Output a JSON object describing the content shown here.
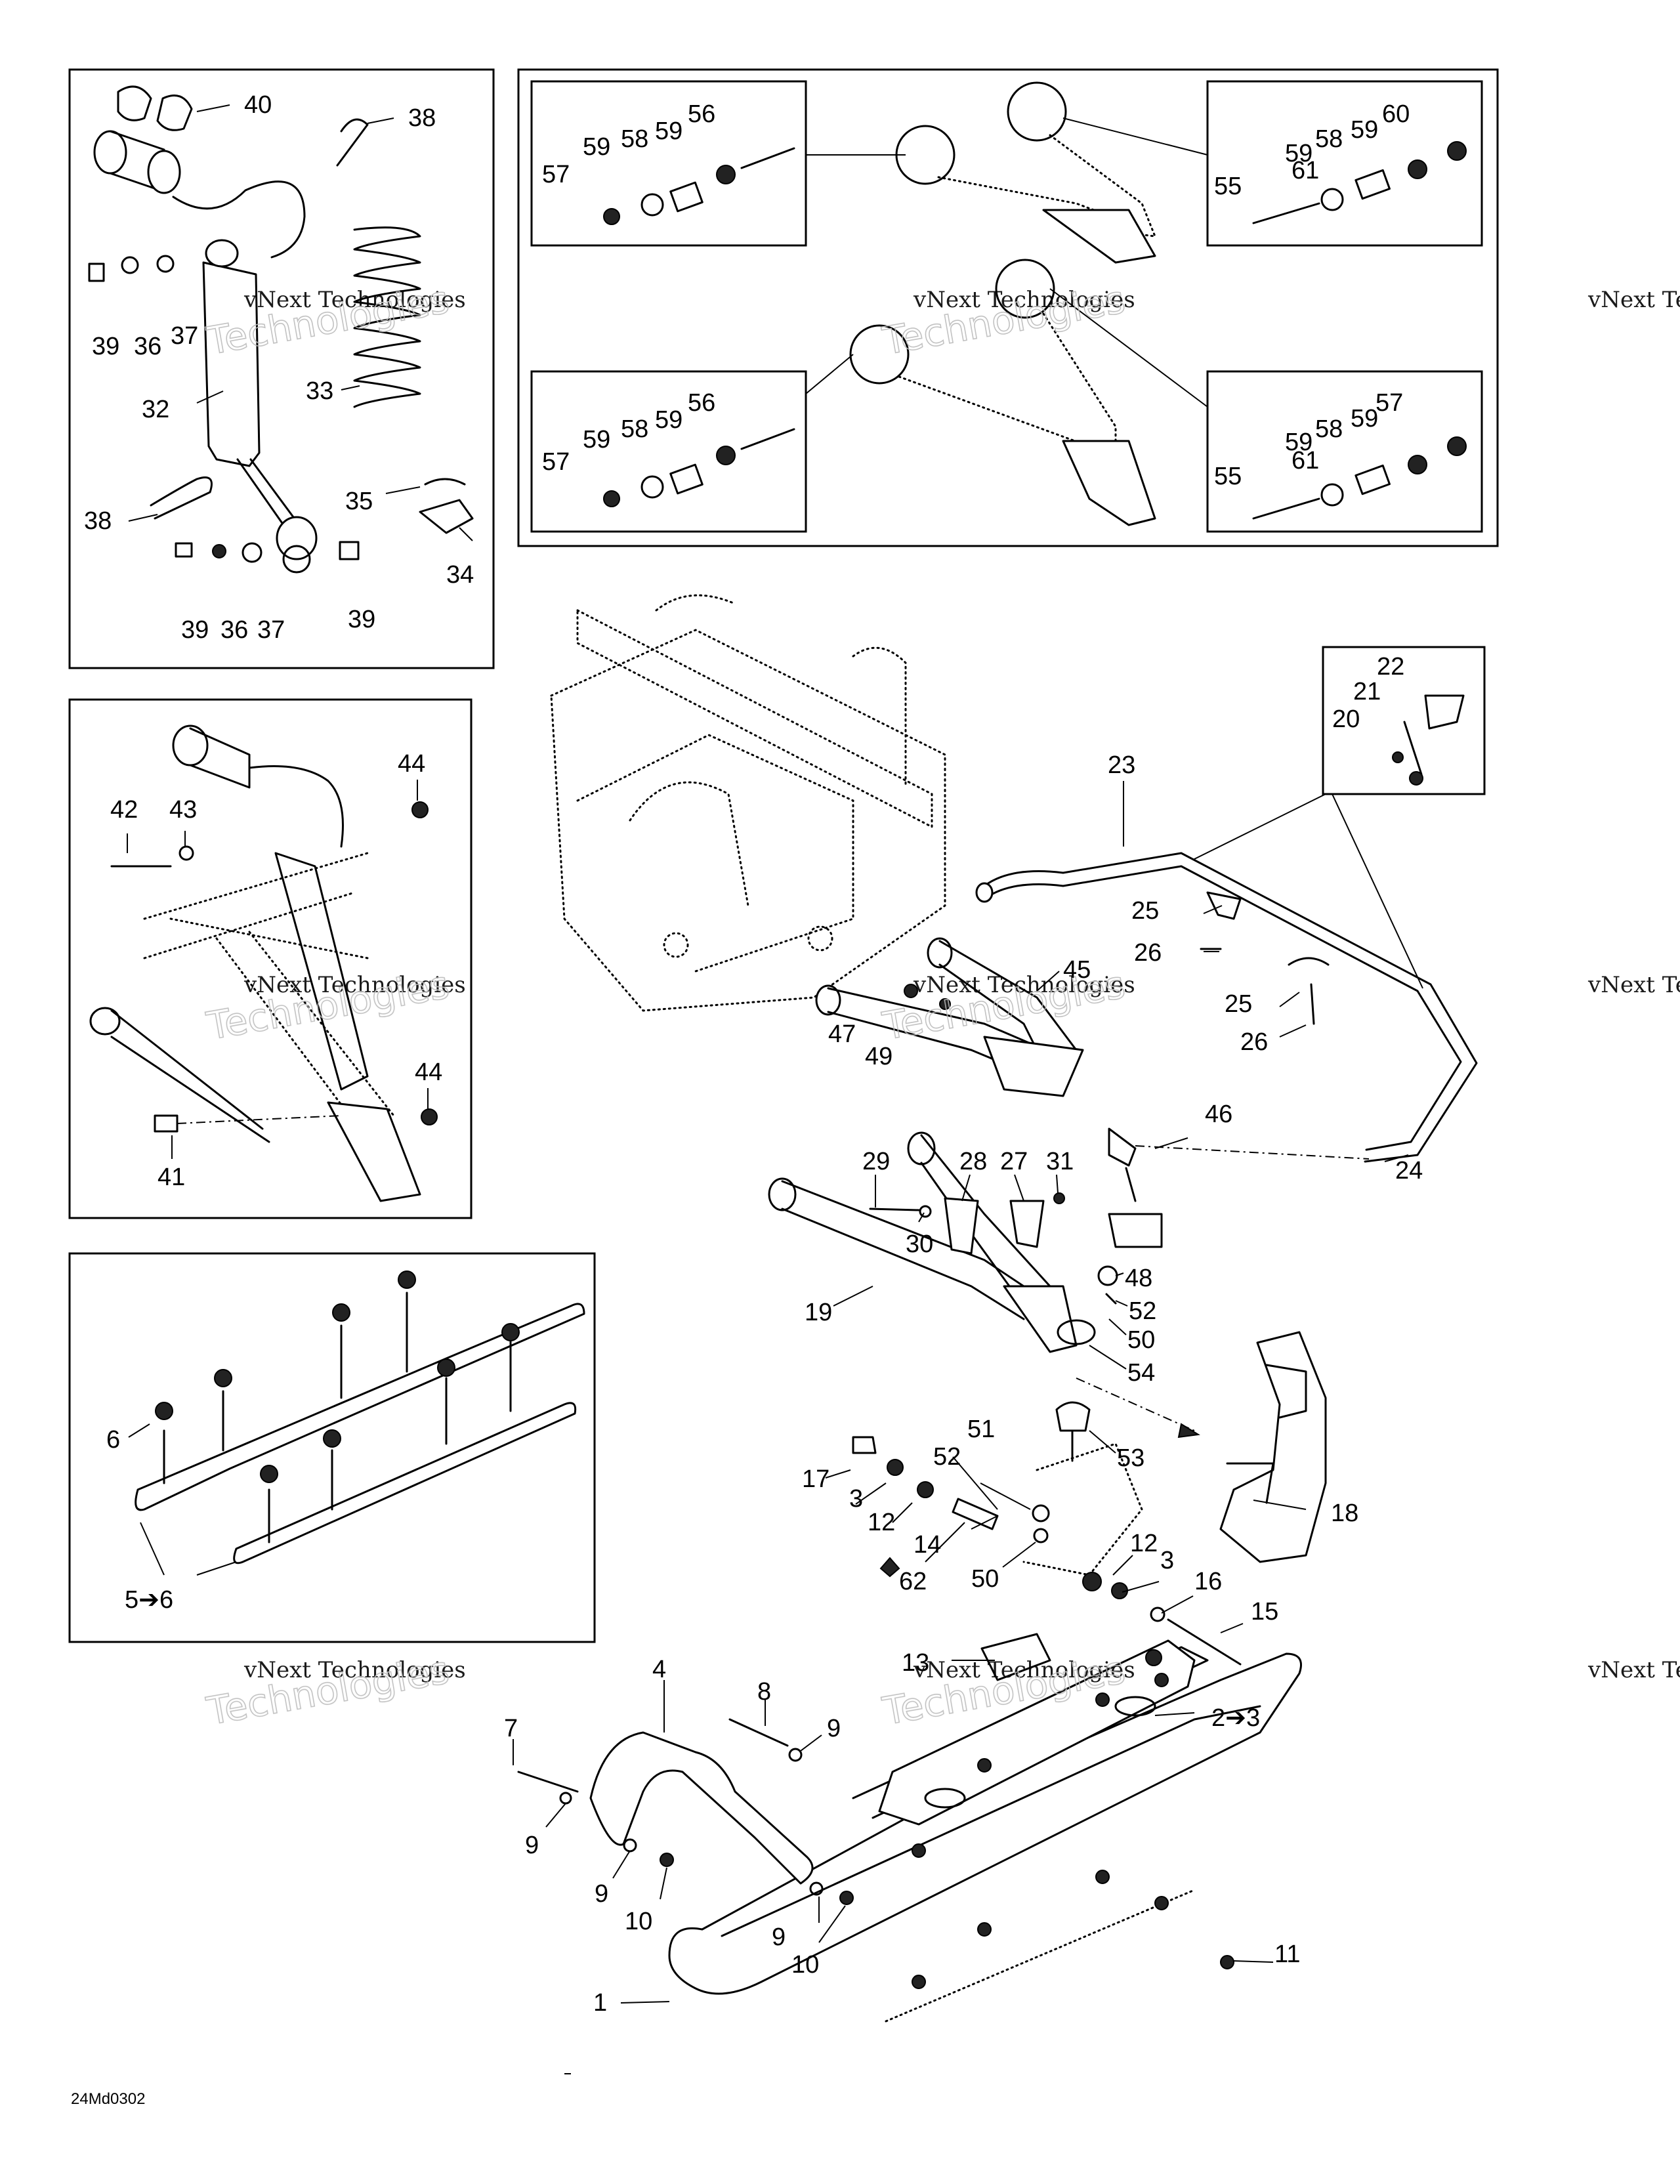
{
  "diagram_ref": "24Md0302",
  "watermark": {
    "line1": "vNext Technologies",
    "line2": "Technologies",
    "line3": "vNext"
  },
  "callouts": {
    "c1": "1",
    "c2_3": "2➔3",
    "c3a": "3",
    "c3b": "3",
    "c4": "4",
    "c5_6": "5➔6",
    "c6": "6",
    "c7": "7",
    "c8": "8",
    "c9a": "9",
    "c9b": "9",
    "c9c": "9",
    "c9d": "9",
    "c10a": "10",
    "c10b": "10",
    "c11": "11",
    "c12a": "12",
    "c12b": "12",
    "c13": "13",
    "c14": "14",
    "c15": "15",
    "c16": "16",
    "c17": "17",
    "c18": "18",
    "c19": "19",
    "c20": "20",
    "c21": "21",
    "c22": "22",
    "c23": "23",
    "c24": "24",
    "c25a": "25",
    "c25b": "25",
    "c26a": "26",
    "c26b": "26",
    "c27": "27",
    "c28": "28",
    "c29": "29",
    "c30": "30",
    "c31": "31",
    "c32": "32",
    "c33": "33",
    "c34": "34",
    "c35": "35",
    "c36a": "36",
    "c36b": "36",
    "c37a": "37",
    "c37b": "37",
    "c38a": "38",
    "c38b": "38",
    "c39a": "39",
    "c39b": "39",
    "c39c": "39",
    "c40": "40",
    "c41": "41",
    "c42": "42",
    "c43": "43",
    "c44a": "44",
    "c44b": "44",
    "c45": "45",
    "c46": "46",
    "c47": "47",
    "c48": "48",
    "c49": "49",
    "c50a": "50",
    "c50b": "50",
    "c51": "51",
    "c52a": "52",
    "c52b": "52",
    "c53": "53",
    "c54": "54",
    "c55a": "55",
    "c55b": "55",
    "c56a": "56",
    "c56b": "56",
    "c57a": "57",
    "c57b": "57",
    "c57c": "57",
    "c58a": "58",
    "c58b": "58",
    "c58c": "58",
    "c58d": "58",
    "c59a": "59",
    "c59b": "59",
    "c59c": "59",
    "c59d": "59",
    "c59e": "59",
    "c59f": "59",
    "c59g": "59",
    "c59h": "59",
    "c60": "60",
    "c61a": "61",
    "c61b": "61",
    "c62": "62"
  }
}
